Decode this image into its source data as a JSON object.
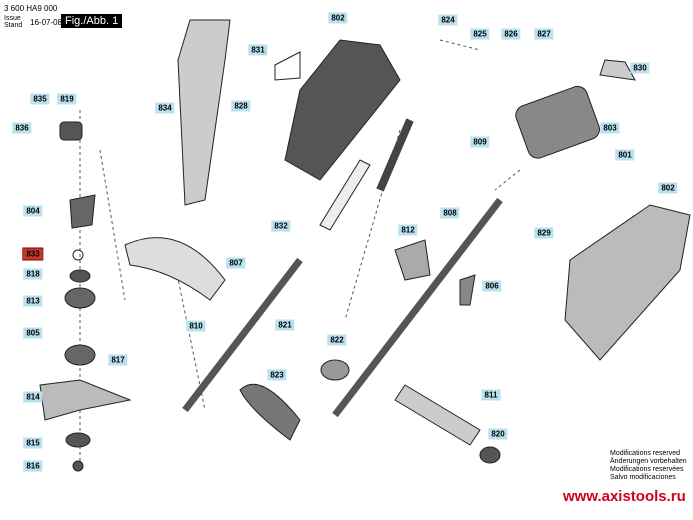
{
  "header": {
    "doc_number": "3 600 HA9 000",
    "issue_label": "Issue",
    "stand_label": "Stand",
    "date": "16-07-08",
    "figure": "Fig./Abb. 1"
  },
  "labels": [
    "835",
    "819",
    "836",
    "804",
    "833",
    "818",
    "813",
    "805",
    "817",
    "814",
    "815",
    "816",
    "834",
    "831",
    "828",
    "802",
    "832",
    "807",
    "810",
    "824",
    "825",
    "826",
    "827",
    "830",
    "803",
    "809",
    "801",
    "802",
    "829",
    "812",
    "808",
    "806",
    "821",
    "822",
    "823",
    "811",
    "820"
  ],
  "highlight_label": "833",
  "notes": [
    "Modifications reserved",
    "Änderungen vorbehalten",
    "Modifications reservées",
    "Salvo modificaciones"
  ],
  "watermark": "www.axistools.ru",
  "colors": {
    "label_bg": "#b8e0ee",
    "highlight": "#c0392b",
    "watermark": "#d0021b"
  }
}
